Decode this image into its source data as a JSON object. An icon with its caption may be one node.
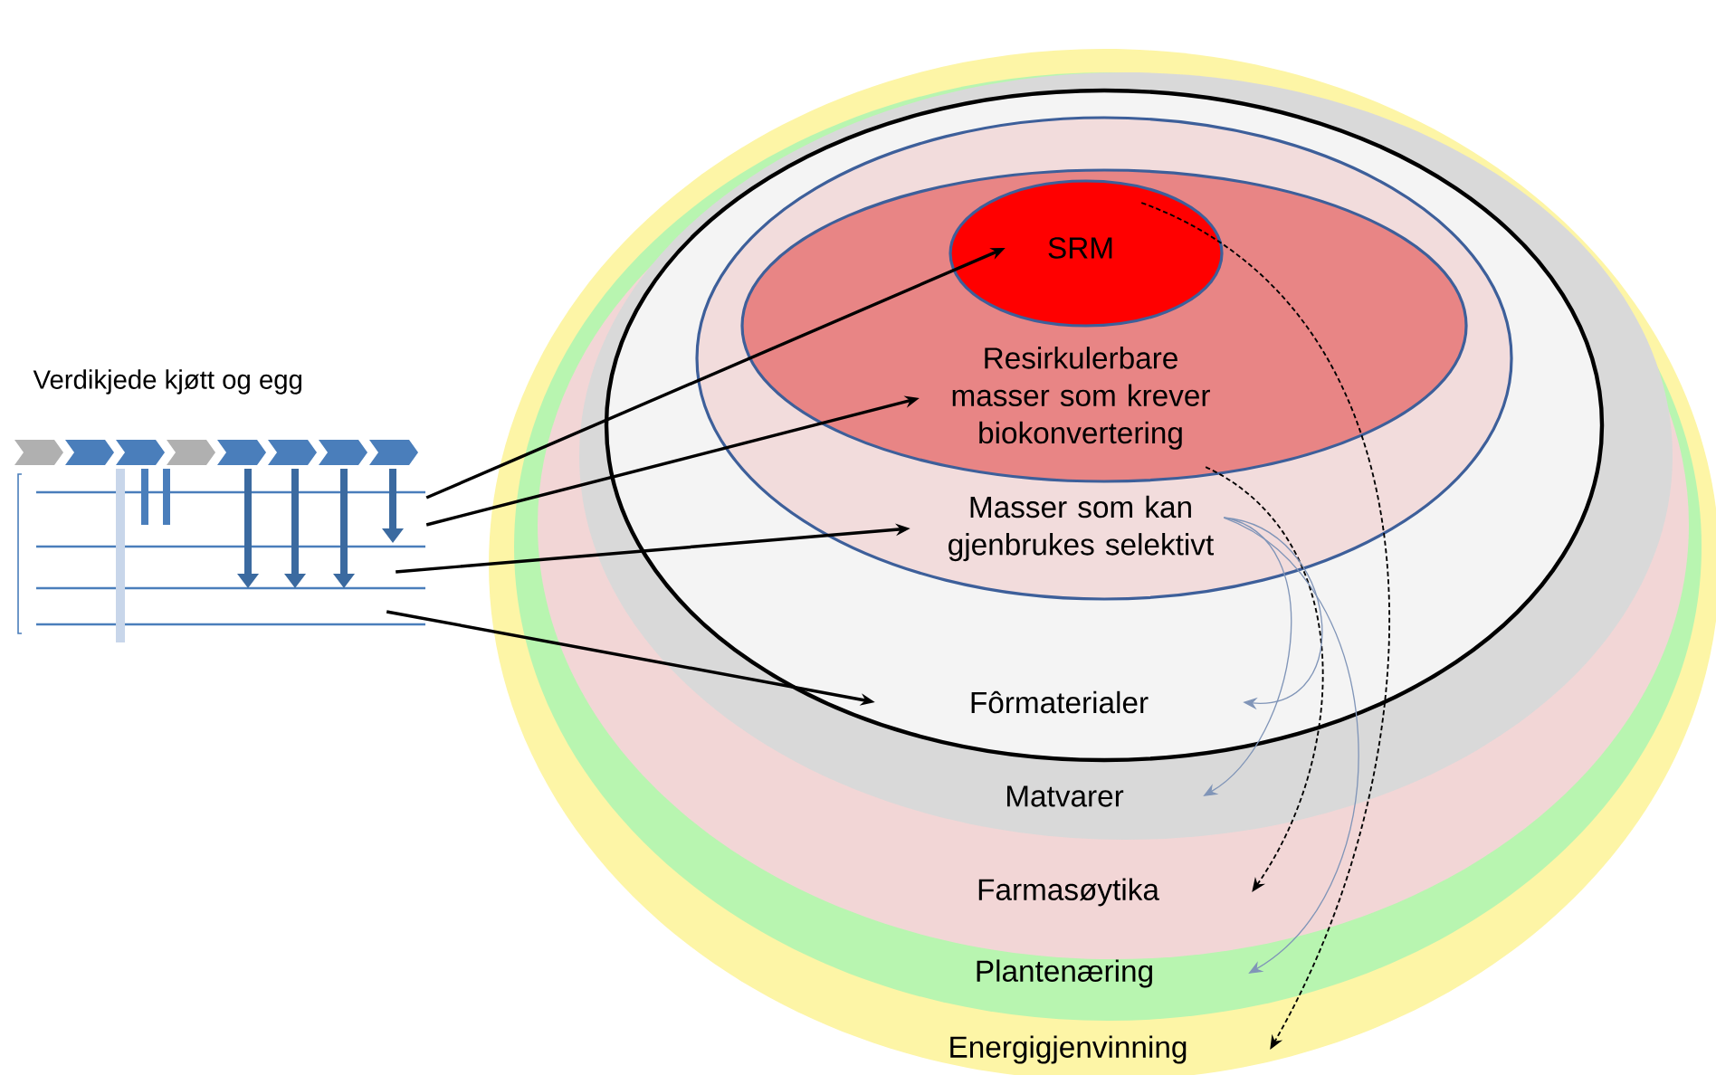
{
  "diagram": {
    "nodes": [
      {
        "text": [
          "Verdikjede kjøtt og egg"
        ]
      },
      {
        "text": [
          "Energigjenvinning"
        ]
      },
      {
        "text": [
          "Plantenæring"
        ],
        "in": 1
      },
      {
        "text": [
          "Farmasøytika"
        ],
        "in": 2
      },
      {
        "text": [
          "Matvarer"
        ],
        "in": 3
      },
      {
        "text": [
          "Fôrmaterialer"
        ],
        "in": 4
      },
      {
        "text": [
          "Masser som kan gjenbrukes selektivt"
        ],
        "in": 5
      },
      {
        "text": [
          "Resirkulerbare masser som krever biokonvertering"
        ],
        "in": 6
      },
      {
        "text": [
          "SRM"
        ],
        "in": 7
      }
    ],
    "edges": [
      {
        "from": 0,
        "to": 8,
        "arrow": "to"
      },
      {
        "from": 0,
        "to": 7,
        "arrow": "to"
      },
      {
        "from": 0,
        "to": 6,
        "arrow": "to"
      },
      {
        "from": 0,
        "to": 5,
        "arrow": "to"
      },
      {
        "from": 8,
        "to": 1,
        "arrow": "to",
        "style": "dashed"
      },
      {
        "from": 7,
        "to": 3,
        "arrow": "to",
        "style": "dashed"
      },
      {
        "from": 6,
        "to": 5,
        "arrow": "to",
        "color": "#8095b8"
      },
      {
        "from": 6,
        "to": 4,
        "arrow": "to",
        "color": "#8095b8"
      },
      {
        "from": 6,
        "to": 2,
        "arrow": "to",
        "color": "#8095b8"
      }
    ]
  }
}
